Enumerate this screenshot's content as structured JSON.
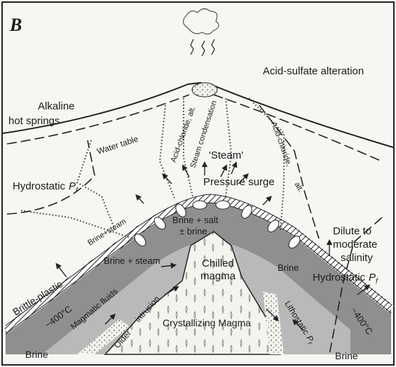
{
  "panel_letter": "B",
  "labels": {
    "acid_sulfate": "Acid-sulfate alteration",
    "alkaline_1": "Alkaline",
    "alkaline_2": "hot springs",
    "water_table": "Water table",
    "acid_chloride_left": "Acid-chloride, alt.",
    "steam_condensation": "Steam condensation",
    "steam": "'Steam'",
    "acid_chloride_right": "Acid-chloride,",
    "alt_right": "alt.",
    "hydrostatic_left": "Hydrostatic",
    "pf": "P",
    "pf_sub": "f",
    "pressure_surge": "Pressure surge",
    "brine_salt_1": "Brine + salt",
    "brine_salt_2": "± brine",
    "brine_steam_left": "Brine+steam",
    "dilute_1": "Dilute to",
    "dilute_2": "moderate",
    "dilute_3": "salinity",
    "chilled_1": "Chilled",
    "chilled_2": "magma",
    "brine_steam_center": "Brine + steam",
    "brine_right_inner": "Brine",
    "hydrostatic_right": "Hydrostatic",
    "brittle_plastic": "Brittle-plastic",
    "temp_left": "~400°C",
    "temp_right": "~400°C",
    "magmatic_fluids": "Magmatic fluids",
    "intrusion": "intrusion",
    "older": "Older",
    "crystallizing": "Crystallizing Magma",
    "lithostatic": "Lithostatic",
    "brine_bottom_left": "Brine",
    "brine_bottom_right": "Brine"
  },
  "colors": {
    "background": "#f7f6f3",
    "shell_gray": "#8f8f8f",
    "inner_gray": "#b9b9b9",
    "magma_fill": "#f1f0ea",
    "ink": "#1b1b1b"
  }
}
